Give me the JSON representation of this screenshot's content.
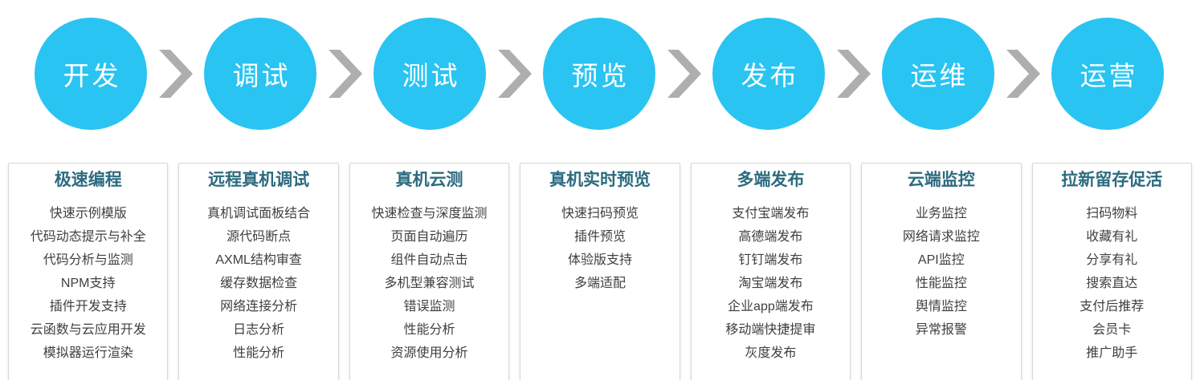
{
  "flow": {
    "steps": [
      {
        "id": "develop",
        "label": "开发"
      },
      {
        "id": "debug",
        "label": "调试"
      },
      {
        "id": "test",
        "label": "测试"
      },
      {
        "id": "preview",
        "label": "预览"
      },
      {
        "id": "publish",
        "label": "发布"
      },
      {
        "id": "ops",
        "label": "运维"
      },
      {
        "id": "growth",
        "label": "运营"
      }
    ]
  },
  "panels": [
    {
      "title": "极速编程",
      "items": [
        "快速示例模版",
        "代码动态提示与补全",
        "代码分析与监测",
        "NPM支持",
        "插件开发支持",
        "云函数与云应用开发",
        "模拟器运行渲染"
      ]
    },
    {
      "title": "远程真机调试",
      "items": [
        "真机调试面板结合",
        "源代码断点",
        "AXML结构审查",
        "缓存数据检查",
        "网络连接分析",
        "日志分析",
        "性能分析"
      ]
    },
    {
      "title": "真机云测",
      "items": [
        "快速检查与深度监测",
        "页面自动遍历",
        "组件自动点击",
        "多机型兼容测试",
        "错误监测",
        "性能分析",
        "资源使用分析"
      ]
    },
    {
      "title": "真机实时预览",
      "items": [
        "快速扫码预览",
        "插件预览",
        "体验版支持",
        "多端适配"
      ]
    },
    {
      "title": "多端发布",
      "items": [
        "支付宝端发布",
        "高德端发布",
        "钉钉端发布",
        "淘宝端发布",
        "企业app端发布",
        "移动端快捷提审",
        "灰度发布"
      ]
    },
    {
      "title": "云端监控",
      "items": [
        "业务监控",
        "网络请求监控",
        "API监控",
        "性能监控",
        "舆情监控",
        "异常报警"
      ]
    },
    {
      "title": "拉新留存促活",
      "items": [
        "扫码物料",
        "收藏有礼",
        "分享有礼",
        "搜索直达",
        "支付后推荐",
        "会员卡",
        "推广助手"
      ]
    }
  ],
  "icons": {
    "chevron_right": "chevron-right-icon"
  },
  "colors": {
    "circle_fill": "#29C4F2",
    "arrow_gray": "#AEAEAE",
    "panel_title": "#2C6B80",
    "body_text": "#3F3F3F",
    "panel_border": "#D8D8D8"
  }
}
